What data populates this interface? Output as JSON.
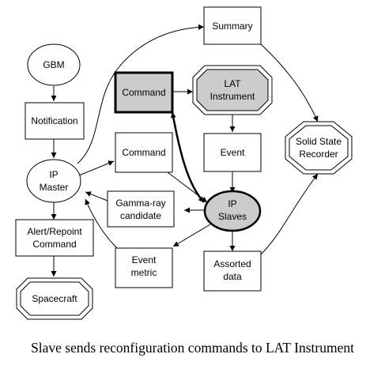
{
  "nodes": {
    "summary": [
      "Summary"
    ],
    "gbm": [
      "GBM"
    ],
    "command_top": [
      "Command"
    ],
    "lat_instrument": [
      "LAT",
      "Instrument"
    ],
    "notification": [
      "Notification"
    ],
    "command_mid": [
      "Command"
    ],
    "event": [
      "Event"
    ],
    "solid_state_recorder": [
      "Solid State",
      "Recorder"
    ],
    "ip_master": [
      "IP",
      "Master"
    ],
    "gamma_ray_candidate": [
      "Gamma-ray",
      "candidate"
    ],
    "ip_slaves": [
      "IP",
      "Slaves"
    ],
    "alert_repoint_command": [
      "Alert/Repoint",
      "Command"
    ],
    "event_metric": [
      "Event",
      "metric"
    ],
    "assorted_data": [
      "Assorted",
      "data"
    ],
    "spacecraft": [
      "Spacecraft"
    ]
  },
  "caption": "Slave sends reconfiguration commands to LAT Instrument",
  "colors": {
    "highlight_fill": "#cccccc",
    "stroke": "#000000",
    "background": "#ffffff"
  }
}
